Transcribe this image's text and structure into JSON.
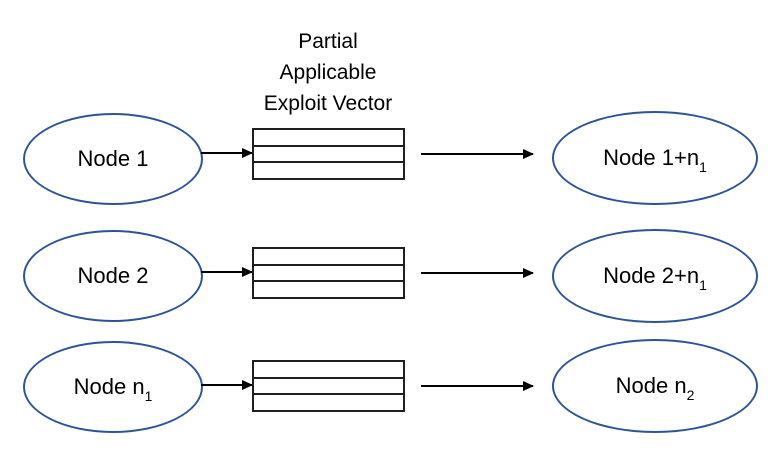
{
  "diagram": {
    "title_lines": [
      "Partial",
      "Applicable",
      "Exploit Vector"
    ],
    "vector_segments": 3,
    "rows": [
      {
        "source": {
          "main": "Node 1",
          "sub": ""
        },
        "target": {
          "main": "Node 1+n",
          "sub": "1"
        }
      },
      {
        "source": {
          "main": "Node 2",
          "sub": ""
        },
        "target": {
          "main": "Node 2+n",
          "sub": "1"
        }
      },
      {
        "source": {
          "main": "Node n",
          "sub": "1"
        },
        "target": {
          "main": "Node n",
          "sub": "2"
        }
      }
    ]
  },
  "colors": {
    "node_outline": "#2F5496",
    "box_outline": "#1F1F1F",
    "arrow": "#000000",
    "text": "#000000",
    "background": "#FFFFFF"
  }
}
